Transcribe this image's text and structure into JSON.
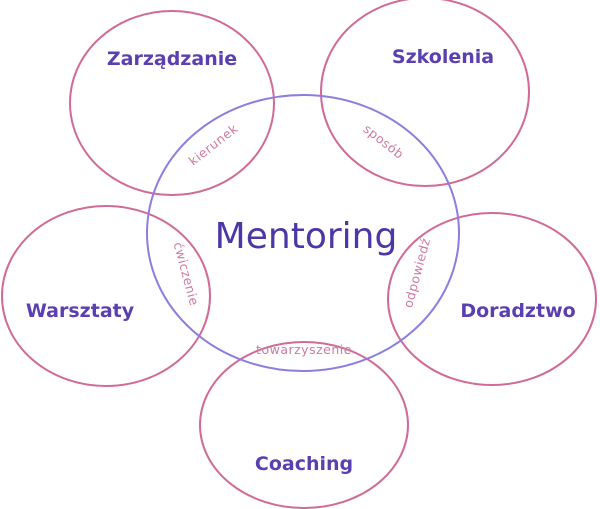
{
  "center": {
    "label": "Mentoring"
  },
  "nodes": [
    {
      "id": "zarzadzanie",
      "label": "Zarządzanie"
    },
    {
      "id": "szkolenia",
      "label": "Szkolenia"
    },
    {
      "id": "warsztaty",
      "label": "Warsztaty"
    },
    {
      "id": "doradztwo",
      "label": "Doradztwo"
    },
    {
      "id": "coaching",
      "label": "Coaching"
    }
  ],
  "overlaps": [
    {
      "id": "kierunek",
      "label": "kierunek"
    },
    {
      "id": "sposob",
      "label": "sposób"
    },
    {
      "id": "cwiczenie",
      "label": "ćwiczenie"
    },
    {
      "id": "odpowiedz",
      "label": "odpowiedź"
    },
    {
      "id": "towarzyszenie",
      "label": "towarzyszenie"
    }
  ],
  "colors": {
    "outer_stroke": "#d06a96",
    "center_stroke": "#8d7ddf",
    "label": "#5a3fb0",
    "overlap_label": "#d07aa1"
  }
}
